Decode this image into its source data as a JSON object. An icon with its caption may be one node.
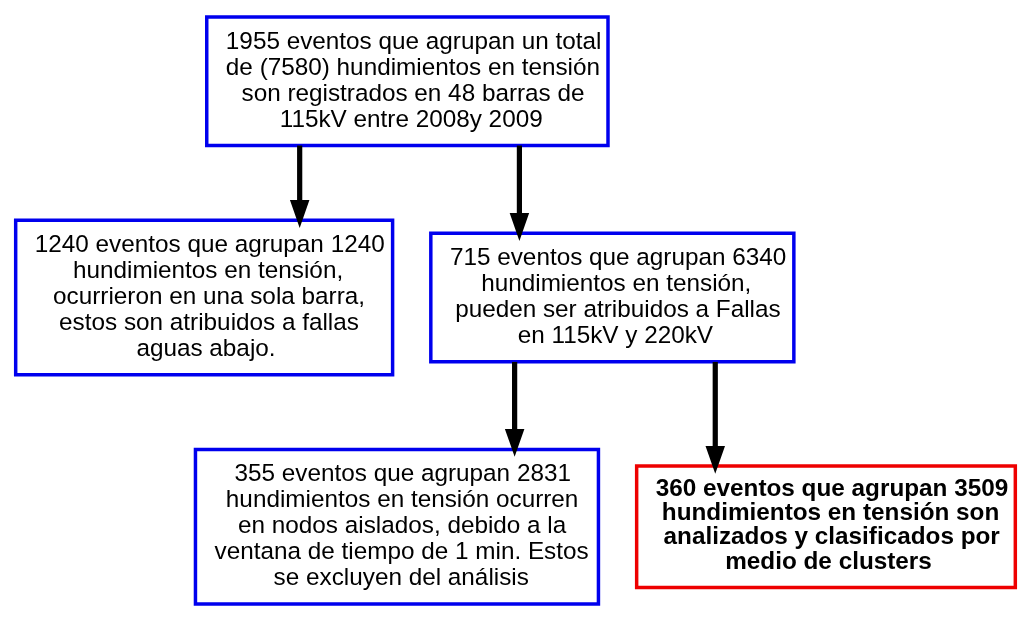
{
  "diagram": {
    "nodes": [
      {
        "text": [
          "1955 eventos que agrupan un total de (7580) hundimientos en tensión son registrados en 48 barras de 115kV entre 2008y 2009"
        ]
      },
      {
        "text": [
          "1240 eventos que agrupan 1240 hundimientos en tensión, ocurrieron en una sola barra, estos son atribuidos a fallas aguas abajo."
        ]
      },
      {
        "text": [
          "715 eventos que agrupan 6340 hundimientos en tensión, pueden ser atribuidos a Fallas en 115kV y 220kV"
        ]
      },
      {
        "text": [
          "355 eventos que agrupan 2831 hundimientos en tensión ocurren en nodos aislados, debido a la ventana de tiempo de 1 min. Estos se excluyen del análisis"
        ]
      },
      {
        "text": [
          "**360 eventos que agrupan 3509 hundimientos en tensión son analizados y clasificados por medio de clusters**"
        ]
      }
    ],
    "edges": [
      {
        "from": 0,
        "to": 1,
        "arrow": "to"
      },
      {
        "from": 0,
        "to": 2,
        "arrow": "to"
      },
      {
        "from": 2,
        "to": 3,
        "arrow": "to"
      },
      {
        "from": 2,
        "to": 4,
        "arrow": "to"
      }
    ]
  }
}
